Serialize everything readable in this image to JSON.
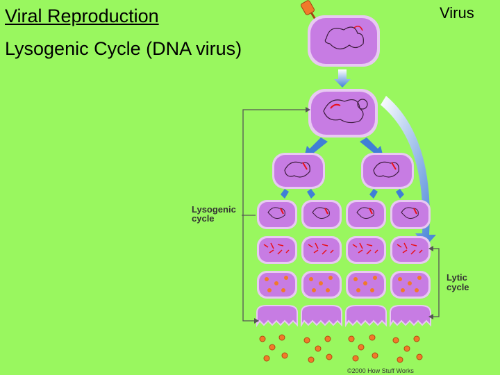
{
  "slide": {
    "title": "Viral Reproduction",
    "subtitle": "Lysogenic Cycle (DNA virus)",
    "virus_label": "Virus"
  },
  "diagram": {
    "lysogenic_label_line1": "Lysogenic",
    "lysogenic_label_line2": "cycle",
    "lytic_label_line1": "Lytic",
    "lytic_label_line2": "cycle",
    "credit": "©2000 How Stuff Works"
  },
  "colors": {
    "background": "#99f75f",
    "cell_fill": "#c77ce3",
    "cell_outline": "#e8c9f2",
    "arrow_blue": "#3f7fd6",
    "bracket": "#555555",
    "viral_dna": "#e8101a",
    "virus_orange": "#f07a2a"
  }
}
